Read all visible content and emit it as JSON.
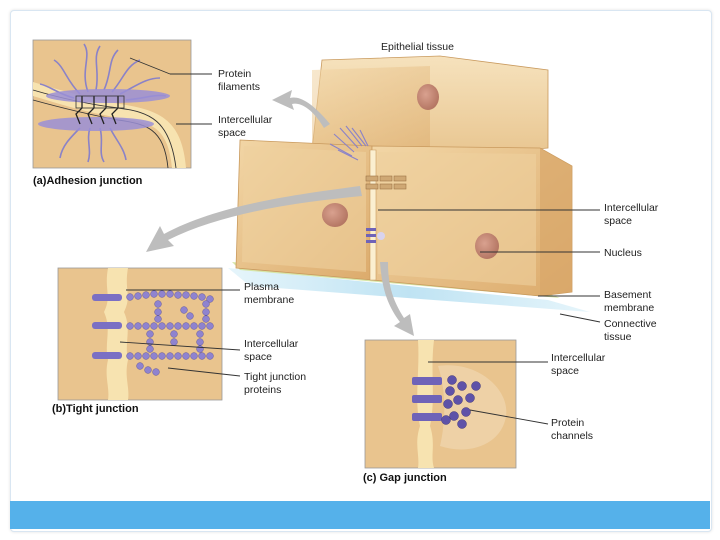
{
  "title": "Epithelial tissue",
  "labels": {
    "protein_filaments_1": "Protein",
    "protein_filaments_2": "filaments",
    "intercellular_a_1": "Intercellular",
    "intercellular_a_2": "space",
    "intercellular_main_1": "Intercellular",
    "intercellular_main_2": "space",
    "nucleus": "Nucleus",
    "basement_1": "Basement",
    "basement_2": "membrane",
    "connective_1": "Connective",
    "connective_2": "tissue",
    "plasma_1": "Plasma",
    "plasma_2": "membrane",
    "intercellular_b_1": "Intercellular",
    "intercellular_b_2": "space",
    "tight_proteins_1": "Tight junction",
    "tight_proteins_2": "proteins",
    "intercellular_c_1": "Intercellular",
    "intercellular_c_2": "space",
    "channels_1": "Protein",
    "channels_2": "channels"
  },
  "captions": {
    "a": "(a)Adhesion junction",
    "b": "(b)Tight junction",
    "c": "(c) Gap junction"
  },
  "colors": {
    "cell": "#e9c48e",
    "membrane": "#f7e3b0",
    "protein": "#7b6fc4",
    "basement": "#d7e6a8",
    "connective": "#bfe3f3",
    "bar": "#55b1ea"
  }
}
